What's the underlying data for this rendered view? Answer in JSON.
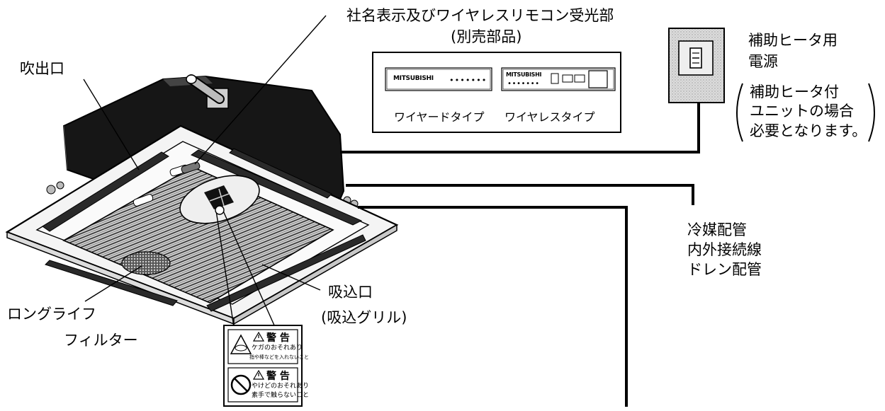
{
  "labels": {
    "outlet": "吹出口",
    "receiver_line1": "社名表示及びワイヤレスリモコン受光部",
    "receiver_line2": "(別売部品)",
    "wired_type": "ワイヤードタイプ",
    "wireless_type": "ワイヤレスタイプ",
    "brand_wired": "MITSUBISHI",
    "brand_wireless": "MITSUBISHI",
    "heater_power_line1": "補助ヒータ用",
    "heater_power_line2": "電源",
    "heater_note_line1": "補助ヒータ付",
    "heater_note_line2": "ユニットの場合",
    "heater_note_line3": "必要となります。",
    "piping_line1": "冷媒配管",
    "piping_line2": "内外接続線",
    "piping_line3": "ドレン配管",
    "filter_line1": "ロングライフ",
    "filter_line2": "フィルター",
    "inlet_line1": "吸込口",
    "inlet_line2": "(吸込グリル)"
  },
  "warning_label": {
    "title1": "警 告",
    "text1a": "ケガのおそれあり",
    "text1b": "指や棒などを入れないこと",
    "title2": "警 告",
    "text2a": "やけどのおそれあり",
    "text2b": "素手で触らないこと"
  },
  "colors": {
    "ink": "#000000",
    "unit_body": "#151515",
    "panel": "#f4f4f4",
    "grille": "#8a8a8a"
  }
}
